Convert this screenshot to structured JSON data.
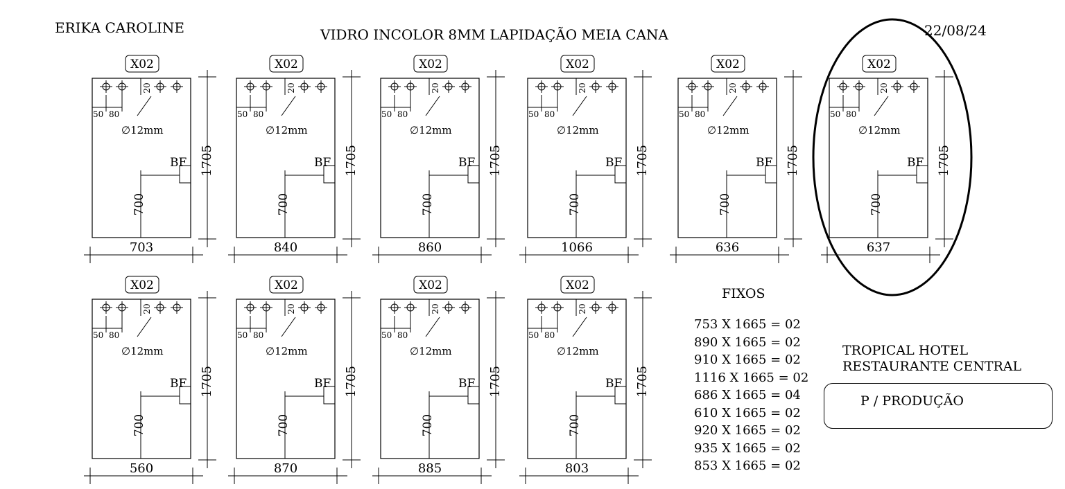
{
  "header": {
    "client": "ERIKA CAROLINE",
    "title": "VIDRO INCOLOR 8MM  LAPIDAÇÃO MEIA CANA",
    "date": "22/08/24"
  },
  "panel_labels": {
    "hole_diameter": "∅12mm",
    "offset_left": "50",
    "offset_step": "80",
    "offset_top": "20",
    "lock_code": "BF",
    "lock_height": "700",
    "height": "1705"
  },
  "panels": [
    {
      "tag": "X02",
      "width": "703"
    },
    {
      "tag": "X02",
      "width": "840"
    },
    {
      "tag": "X02",
      "width": "860"
    },
    {
      "tag": "X02",
      "width": "1066"
    },
    {
      "tag": "X02",
      "width": "636"
    },
    {
      "tag": "X02",
      "width": "637",
      "highlighted": true
    },
    {
      "tag": "X02",
      "width": "560"
    },
    {
      "tag": "X02",
      "width": "870"
    },
    {
      "tag": "X02",
      "width": "885"
    },
    {
      "tag": "X02",
      "width": "803"
    }
  ],
  "fixos": {
    "title": "FIXOS",
    "items": [
      "753 X 1665 = 02",
      "890 X 1665 = 02",
      "910 X 1665 = 02",
      "1116 X 1665 = 02",
      "686 X 1665 = 04",
      "610 X 1665 = 02",
      "920 X 1665 = 02",
      "935 X 1665 = 02",
      "853 X 1665 = 02"
    ]
  },
  "project": {
    "line1": "TROPICAL HOTEL",
    "line2": "RESTAURANTE CENTRAL",
    "production_label": "P / PRODUÇÃO"
  }
}
